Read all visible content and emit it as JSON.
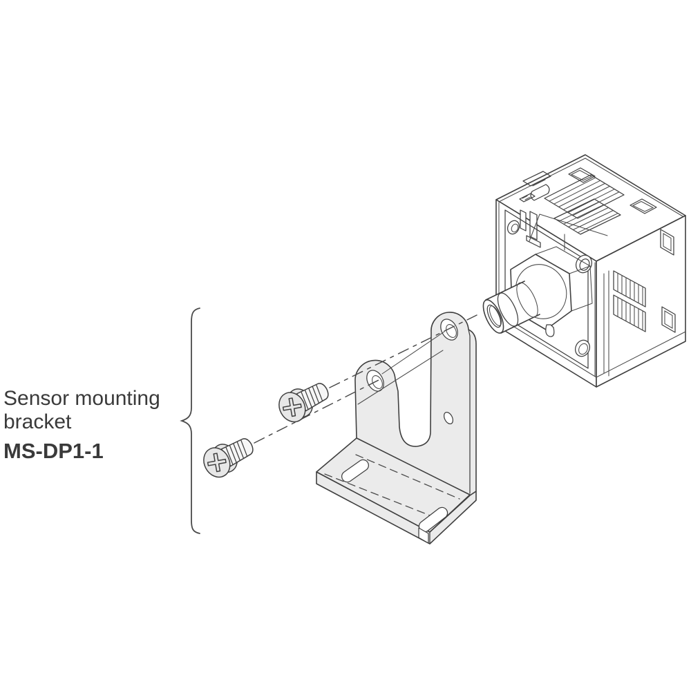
{
  "diagram": {
    "label": {
      "line1": "Sensor mounting",
      "line2": "bracket",
      "part_number": "MS-DP1-1"
    },
    "parts": [
      {
        "id": "sensor-unit",
        "name": "pressure-sensor-unit"
      },
      {
        "id": "mounting-bracket",
        "name": "sensor-mounting-bracket",
        "part_number": "MS-DP1-1"
      },
      {
        "id": "screw-1",
        "name": "phillips-mounting-screw"
      },
      {
        "id": "screw-2",
        "name": "phillips-mounting-screw"
      },
      {
        "id": "alignment-axes",
        "name": "dashed-assembly-axis-lines"
      },
      {
        "id": "grouping-brace",
        "name": "curly-brace-grouping-label"
      }
    ]
  },
  "colors": {
    "line": "#3f3f3f",
    "line_soft": "#4a4a4a",
    "bracket_fill": "#ebebeb",
    "screw_fill": "#e7e7e7",
    "thread_fill": "#f6f6f6",
    "sensor_fill": "#ffffff",
    "background": "#ffffff",
    "text": "#3a3a3a"
  }
}
